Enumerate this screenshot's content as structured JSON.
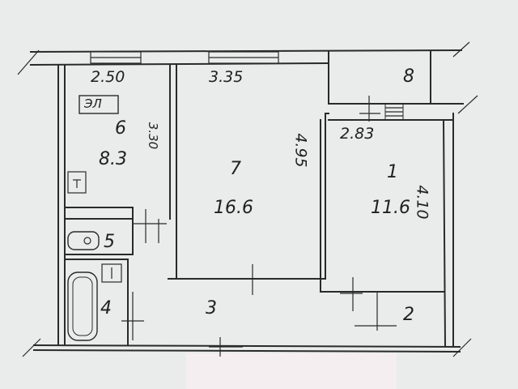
{
  "rooms": [
    {
      "number": "6",
      "area": "8.3"
    },
    {
      "number": "7",
      "area": "16.6"
    },
    {
      "number": "1",
      "area": "11.6"
    }
  ],
  "dimensions": {
    "room6_width": "2.50",
    "room6_length": "3.30",
    "room7_width": "3.35",
    "room7_length": "4.95",
    "room1_width": "2.83",
    "room1_length": "4.10"
  },
  "labels": {
    "electric_panel": "ЭЛ",
    "room_8": "8",
    "room_5": "5",
    "room_4": "4",
    "room_3": "3",
    "room_2": "2"
  },
  "colors": {
    "paper": "#e9eceb",
    "ink": "#2a2a2a",
    "pink_paper": "#f5eef0"
  }
}
